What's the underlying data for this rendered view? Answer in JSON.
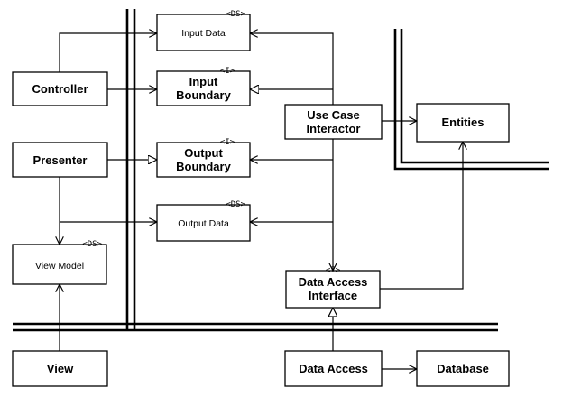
{
  "boxes": {
    "input_data": {
      "label": [
        "Input Data"
      ],
      "stereotype": "<DS>"
    },
    "input_boundary": {
      "label": [
        "Input",
        "Boundary"
      ],
      "stereotype": "<I>"
    },
    "output_boundary": {
      "label": [
        "Output",
        "Boundary"
      ],
      "stereotype": "<I>"
    },
    "output_data": {
      "label": [
        "Output Data"
      ],
      "stereotype": "<DS>"
    },
    "controller": {
      "label": [
        "Controller"
      ]
    },
    "presenter": {
      "label": [
        "Presenter"
      ]
    },
    "view_model": {
      "label": [
        "View Model"
      ],
      "stereotype": "<DS>"
    },
    "view": {
      "label": [
        "View"
      ]
    },
    "use_case_interactor": {
      "label": [
        "Use Case",
        "Interactor"
      ]
    },
    "entities": {
      "label": [
        "Entities"
      ]
    },
    "data_access_interface": {
      "label": [
        "Data Access",
        "Interface"
      ],
      "stereotype": "<I>"
    },
    "data_access": {
      "label": [
        "Data Access"
      ]
    },
    "database": {
      "label": [
        "Database"
      ]
    }
  },
  "connections": [
    {
      "from": "controller",
      "to": "input_data",
      "kind": "uses"
    },
    {
      "from": "controller",
      "to": "input_boundary",
      "kind": "uses"
    },
    {
      "from": "use_case_interactor",
      "to": "input_data",
      "kind": "uses"
    },
    {
      "from": "use_case_interactor",
      "to": "input_boundary",
      "kind": "implements"
    },
    {
      "from": "presenter",
      "to": "output_boundary",
      "kind": "implements"
    },
    {
      "from": "use_case_interactor",
      "to": "output_boundary",
      "kind": "uses"
    },
    {
      "from": "presenter",
      "to": "output_data",
      "kind": "uses"
    },
    {
      "from": "use_case_interactor",
      "to": "output_data",
      "kind": "uses"
    },
    {
      "from": "presenter",
      "to": "view_model",
      "kind": "uses"
    },
    {
      "from": "view",
      "to": "view_model",
      "kind": "uses"
    },
    {
      "from": "use_case_interactor",
      "to": "entities",
      "kind": "uses"
    },
    {
      "from": "use_case_interactor",
      "to": "data_access_interface",
      "kind": "uses"
    },
    {
      "from": "data_access_interface",
      "to": "entities",
      "kind": "uses"
    },
    {
      "from": "data_access",
      "to": "data_access_interface",
      "kind": "implements"
    },
    {
      "from": "data_access",
      "to": "database",
      "kind": "uses"
    }
  ]
}
